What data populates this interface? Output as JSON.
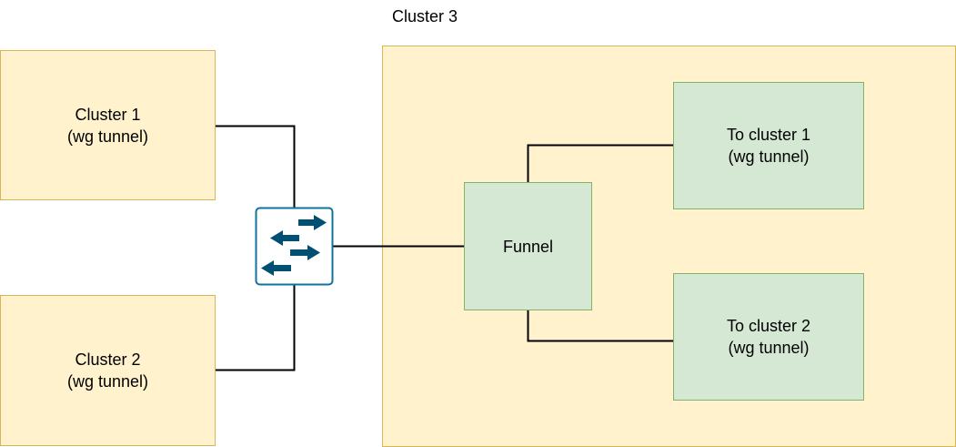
{
  "diagram": {
    "colors": {
      "yellow_fill": "#fff2cc",
      "yellow_stroke": "#d6b656",
      "green_fill": "#d5e8d4",
      "green_stroke": "#82b366",
      "edge": "#000000",
      "switch_fill": "#ffffff",
      "switch_stroke": "#10739e",
      "switch_arrow": "#005073"
    },
    "cluster3": {
      "title": "Cluster 3"
    },
    "nodes": {
      "cluster1": {
        "line1": "Cluster 1",
        "line2": "(wg tunnel)"
      },
      "cluster2": {
        "line1": "Cluster 2",
        "line2": "(wg tunnel)"
      },
      "funnel": {
        "line1": "Funnel"
      },
      "to_cluster1": {
        "line1": "To cluster 1",
        "line2": "(wg tunnel)"
      },
      "to_cluster2": {
        "line1": "To cluster 2",
        "line2": "(wg tunnel)"
      }
    },
    "switch": {
      "icon": "network-switch-icon"
    }
  }
}
